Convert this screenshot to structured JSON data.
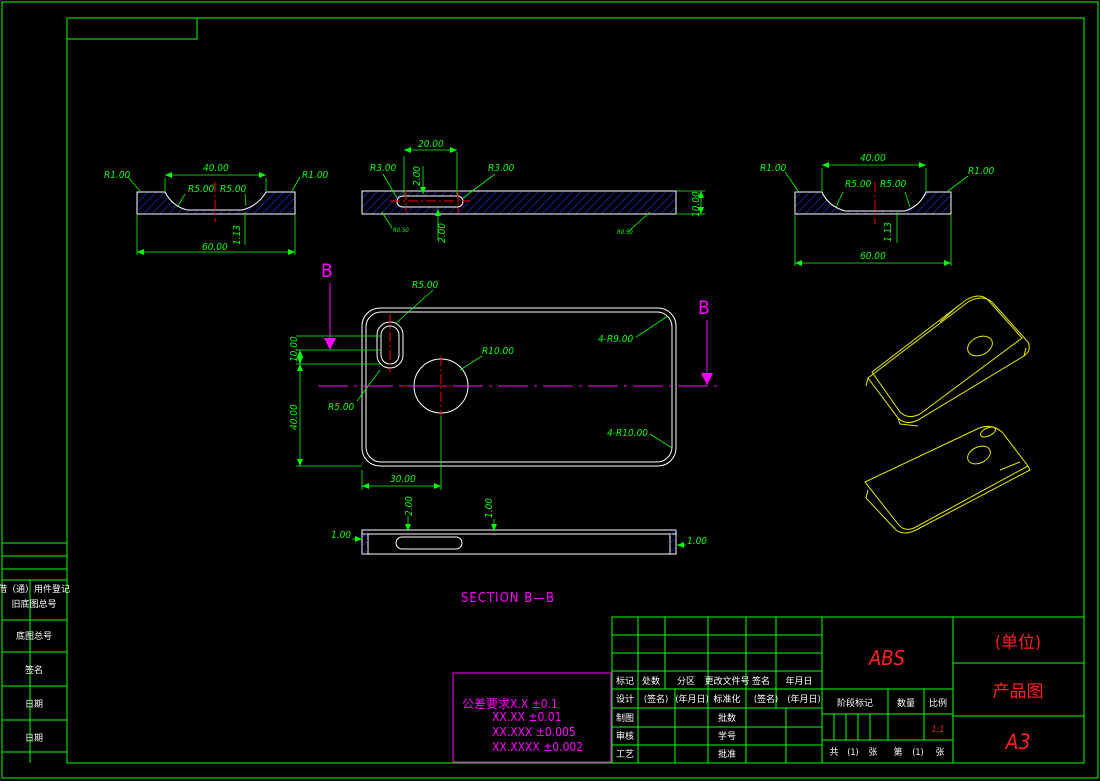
{
  "drawing": {
    "colors": {
      "background": "#000000",
      "frame": "#00ff00",
      "part_outline": "#ffffff",
      "dimension": "#00ff00",
      "centerline": "#ff0000",
      "hatch": "#1e28c8",
      "section_label": "#ff00ff",
      "iso_view": "#e6e600",
      "title_block_text": "#ff2020"
    },
    "views": {
      "left_end": {
        "dims": {
          "r_left": "R1.00",
          "top": "40.00",
          "r5_a": "R5.00",
          "r5_b": "R5.00",
          "r_right": "R1.00",
          "depth": "1.13",
          "width": "60.00"
        }
      },
      "side": {
        "dims": {
          "slot_len": "20.00",
          "r3_left": "R3.00",
          "r3_right": "R3.00",
          "slot_h_top": "2.00",
          "slot_h_bot": "2.00",
          "thick": "10.00",
          "leader_a": "R0.50",
          "leader_b": "R0.50"
        }
      },
      "right_end": {
        "dims": {
          "r_left": "R1.00",
          "top": "40.00",
          "r5_a": "R5.00",
          "r5_b": "R5.00",
          "r_right": "R1.00",
          "depth": "1.13",
          "width": "60.00"
        }
      },
      "plan": {
        "section_mark_left": "B",
        "section_mark_right": "B",
        "dims": {
          "r5_top": "R5.00",
          "r5_side": "R5.00",
          "r10_hole": "R10.00",
          "corner_top": "4-R9.00",
          "corner_bot": "4-R10.00",
          "slot_h": "10.00",
          "height": "40.00",
          "offset": "30.00"
        }
      },
      "section": {
        "dims": {
          "left": "1.00",
          "wall_top": "2.00",
          "thick_top": "1.00",
          "right": "1.00"
        },
        "label": "SECTION  B—B"
      }
    },
    "left_strip": [
      "借（通）用件登记",
      "旧底图总号",
      "底图总号",
      "签名",
      "日期",
      "日期"
    ],
    "tolerance": {
      "prefix": "公差要求",
      "lines": [
        "X.X ±0.1",
        "XX.XX ±0.01",
        "XX.XXX ±0.005",
        "XX.XXXX ±0.002"
      ]
    },
    "title_block": {
      "header_row": [
        "标记",
        "处数",
        "分区",
        "更改文件号",
        "签名",
        "年月日"
      ],
      "row2": [
        "设计",
        "(签名)",
        "(年月日)",
        "标准化",
        "(签名)",
        "(年月日)"
      ],
      "row3": [
        "制图",
        "",
        "",
        "批数",
        "",
        ""
      ],
      "row4": [
        "审核",
        "",
        "",
        "学号",
        "",
        ""
      ],
      "row5": [
        "工艺",
        "",
        "",
        "批准",
        "",
        ""
      ],
      "material": "ABS",
      "stage_headers": [
        "阶段标记",
        "数量",
        "比例"
      ],
      "scale": "1:1",
      "sheet": [
        "共",
        "(1)",
        "张",
        "第",
        "(1)",
        "张"
      ],
      "unit": "(单位)",
      "part_name": "产品图",
      "size": "A3"
    }
  }
}
